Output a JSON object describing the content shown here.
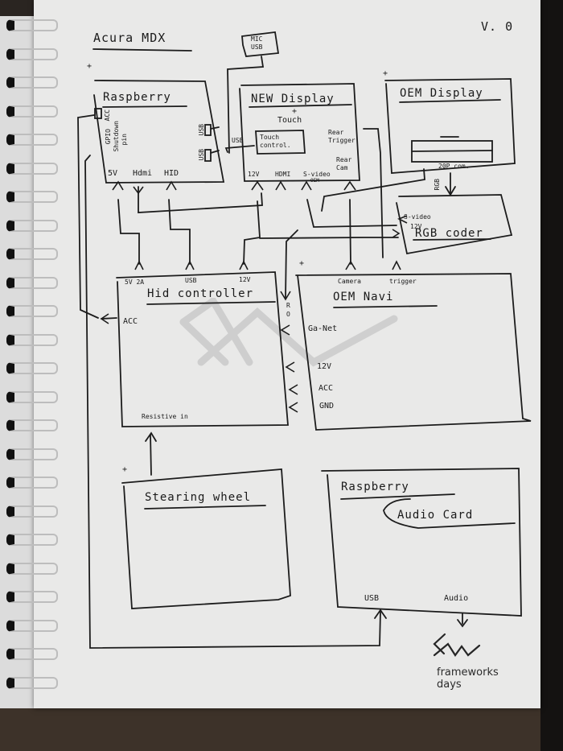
{
  "page": {
    "title": "Acura MDX",
    "version": "V. 0"
  },
  "mic_usb": {
    "line1": "MIC",
    "line2": "USB"
  },
  "raspberry": {
    "title": "Raspberry",
    "side_labels": [
      "GPIO",
      "Shutdown",
      "pin"
    ],
    "acc_label": "ACC",
    "usb_ports": [
      "USB",
      "USB"
    ],
    "bottom_ports": [
      "5V",
      "Hdmi",
      "HID"
    ]
  },
  "new_display": {
    "title": "NEW Display",
    "subtitle_plus": "+",
    "subtitle": "Touch",
    "touch_control": "Touch control.",
    "usb_label": "USB",
    "rear_trigger": "Rear Trigger",
    "rear_cam": "Rear Cam",
    "bottom_ports": [
      "12V",
      "HDMI",
      "S-video"
    ],
    "svideo_sub": "OEM"
  },
  "oem_display": {
    "title": "OEM Display",
    "connector_label": "20P com.",
    "rgb_label": "RGB"
  },
  "rgb_coder": {
    "title": "RGB coder",
    "inputs": [
      "S-video",
      "12V"
    ]
  },
  "hid_controller": {
    "title": "Hid controller",
    "top_ports": [
      "5V 2A",
      "USB",
      "12V"
    ],
    "acc": "ACC",
    "resistive": "Resistive in",
    "side_label": "R O"
  },
  "oem_navi": {
    "title": "OEM Navi",
    "top_ports": [
      "Camera",
      "trigger"
    ],
    "left_ports": [
      "Ga-Net",
      "12V",
      "ACC",
      "GND"
    ]
  },
  "steering_wheel": {
    "title": "Stearing wheel"
  },
  "audio_card": {
    "title1": "Raspberry",
    "title2": "Audio Card",
    "ports": [
      "USB",
      "Audio"
    ]
  },
  "logo": {
    "line1": "frameworks",
    "line2": "days"
  }
}
